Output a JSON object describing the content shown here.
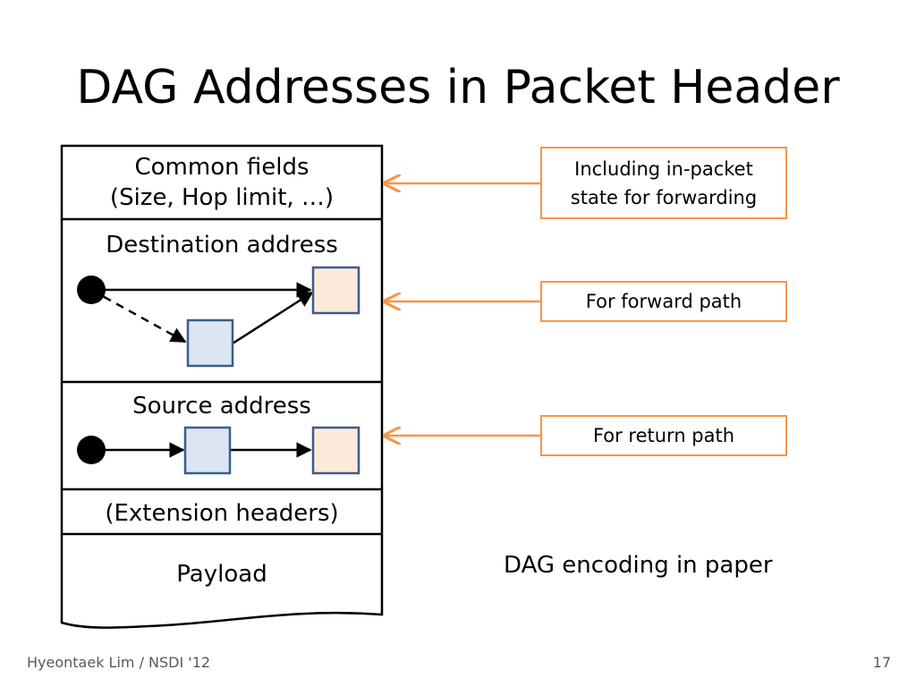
{
  "slide": {
    "title": "DAG Addresses in Packet Header",
    "footer_left": "Hyeontaek Lim / NSDI '12",
    "slide_number": "17"
  },
  "header": {
    "common_fields_line1": "Common fields",
    "common_fields_line2": "(Size, Hop limit, …)",
    "destination_address": "Destination address",
    "source_address": "Source address",
    "extension_headers": "(Extension headers)",
    "payload": "Payload"
  },
  "notes": {
    "in_packet_state_line1": "Including in-packet",
    "in_packet_state_line2": "state for forwarding",
    "forward_path": "For forward path",
    "return_path": "For return path"
  },
  "caption": "DAG encoding in paper",
  "colors": {
    "note_border": "#F79646",
    "blue_node_fill": "#DCE6F2",
    "blue_node_stroke": "#385D8A",
    "orange_node_fill": "#FDEADA",
    "source_node_fill": "#000000",
    "arrow": "#000000",
    "note_arrow": "#F79646"
  },
  "icons": {
    "source_node": "black-circle",
    "intermediate_node": "blue-square",
    "destination_node": "orange-square"
  }
}
